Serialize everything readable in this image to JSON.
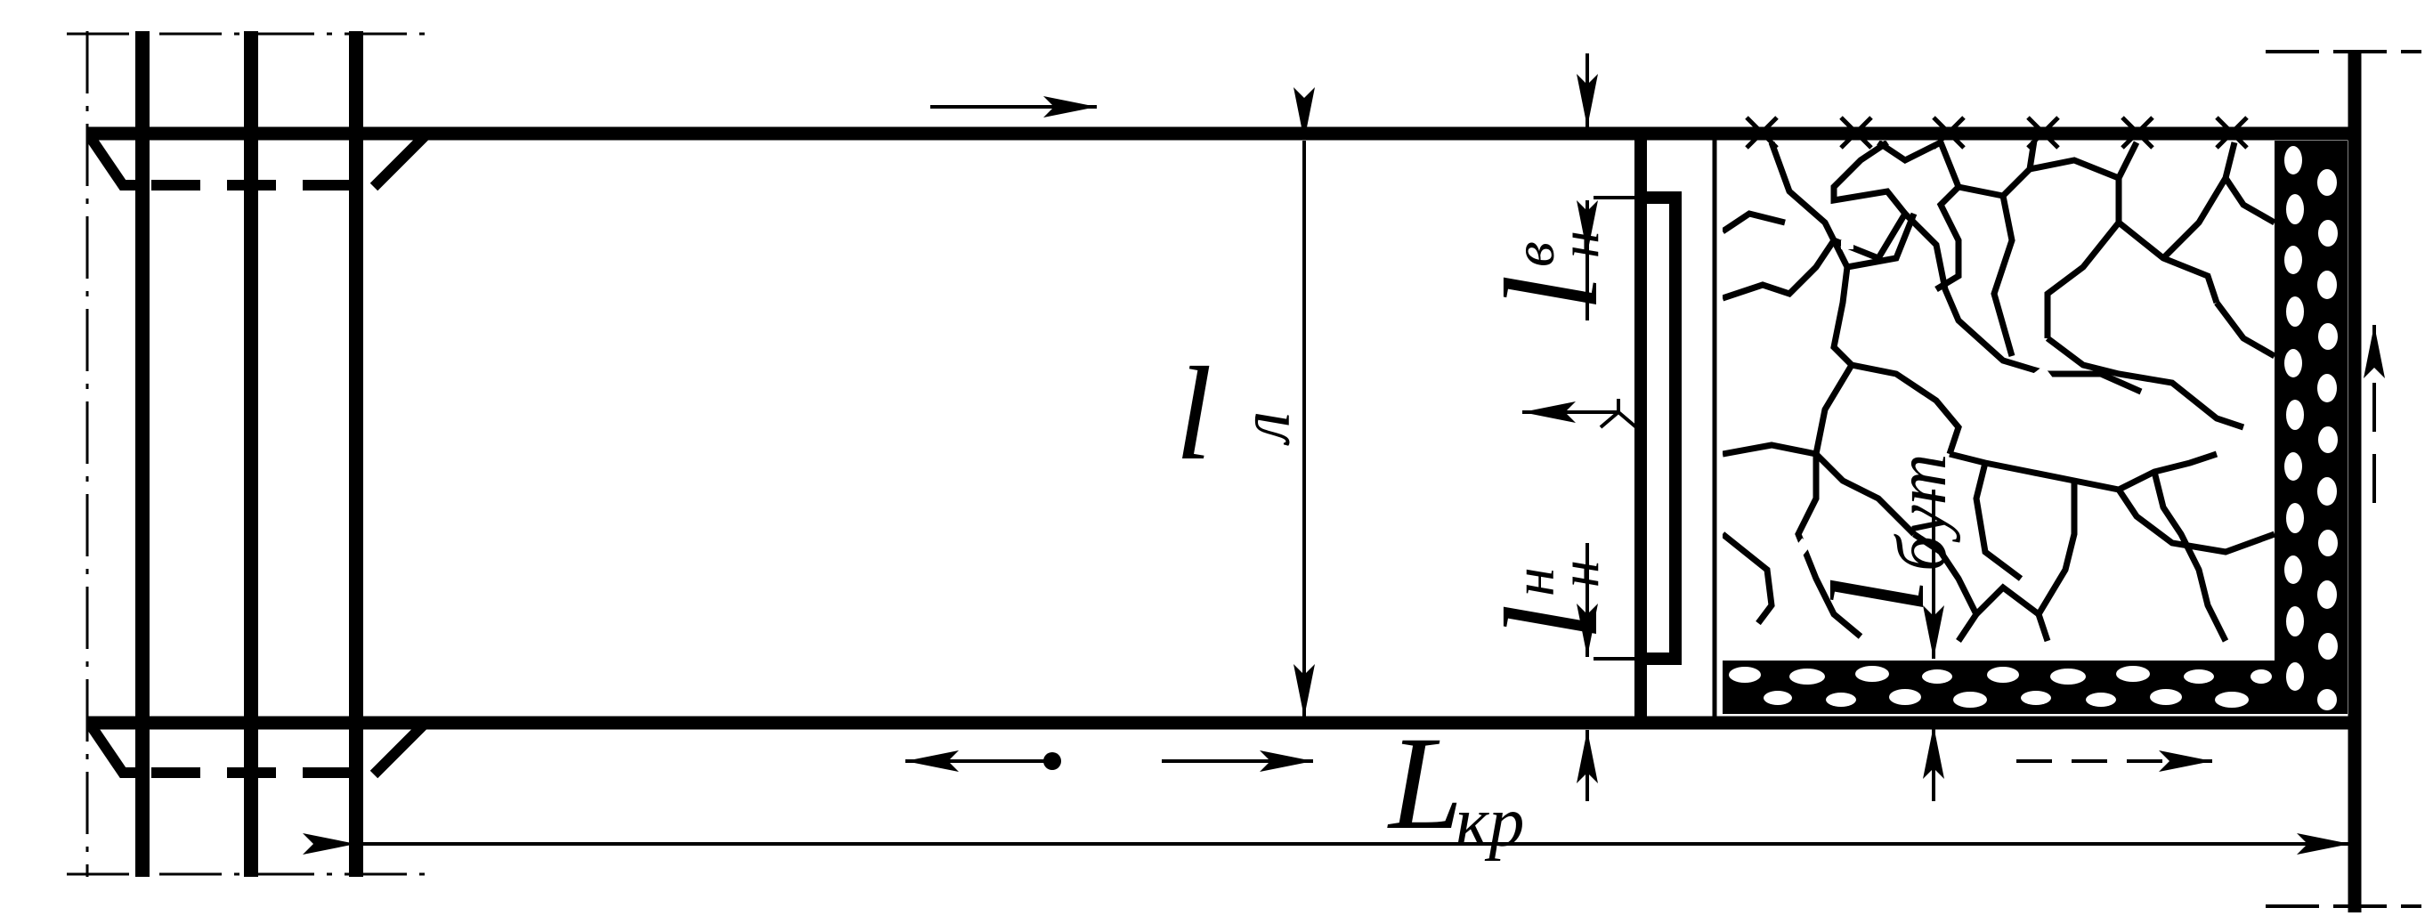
{
  "diagram": {
    "labels": {
      "face_length": {
        "main": "l",
        "sub": "л"
      },
      "upper_niche": {
        "main": "l",
        "sup": "в",
        "sub": "н"
      },
      "lower_niche": {
        "main": "l",
        "sup": "н",
        "sub": "н"
      },
      "backfill_width": {
        "main": "l",
        "sub": "бут"
      },
      "critical_span": {
        "main": "L",
        "sub": "кр"
      }
    },
    "colors": {
      "ink": "#000000",
      "background": "#ffffff"
    }
  }
}
